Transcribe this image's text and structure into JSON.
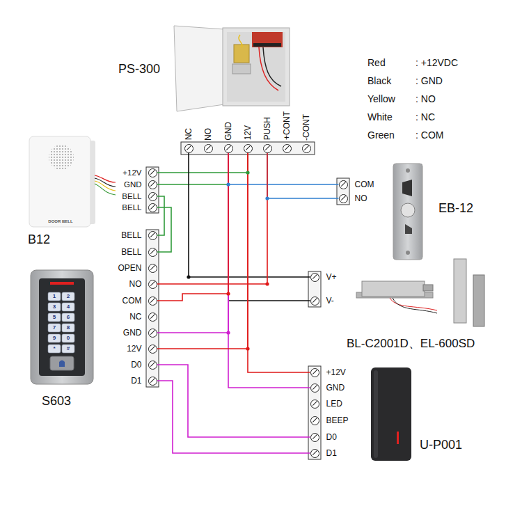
{
  "diagram": {
    "nodes": [
      {
        "text": [
          "NC"
        ]
      },
      {
        "text": [
          "NO"
        ]
      },
      {
        "text": [
          "GND"
        ]
      },
      {
        "text": [
          "12V"
        ]
      },
      {
        "text": [
          "PUSH"
        ]
      },
      {
        "text": [
          "+CONT"
        ]
      },
      {
        "text": [
          "-CONT"
        ]
      },
      {
        "text": [
          "+12V"
        ]
      },
      {
        "text": [
          "GND"
        ]
      },
      {
        "text": [
          "BELL"
        ]
      },
      {
        "text": [
          "BELL"
        ]
      },
      {
        "text": [
          "COM"
        ]
      },
      {
        "text": [
          "NO"
        ]
      },
      {
        "text": [
          "BELL"
        ]
      },
      {
        "text": [
          "BELL"
        ]
      },
      {
        "text": [
          "OPEN"
        ]
      },
      {
        "text": [
          "NO"
        ]
      },
      {
        "text": [
          "COM"
        ]
      },
      {
        "text": [
          "NC"
        ]
      },
      {
        "text": [
          "GND"
        ]
      },
      {
        "text": [
          "12V"
        ]
      },
      {
        "text": [
          "D0"
        ]
      },
      {
        "text": [
          "D1"
        ]
      },
      {
        "text": [
          "V+"
        ]
      },
      {
        "text": [
          "V-"
        ]
      },
      {
        "text": [
          "+12V"
        ]
      },
      {
        "text": [
          "GND"
        ]
      },
      {
        "text": [
          "LED"
        ]
      },
      {
        "text": [
          "BEEP"
        ]
      },
      {
        "text": [
          "D0"
        ]
      },
      {
        "text": [
          "D1"
        ]
      }
    ],
    "edges": [
      {
        "from": 7,
        "to": 3,
        "arrow": "none"
      },
      {
        "from": 8,
        "to": 2,
        "arrow": "none"
      },
      {
        "from": 9,
        "to": 13,
        "arrow": "none"
      },
      {
        "from": 10,
        "to": 14,
        "arrow": "none"
      },
      {
        "from": 11,
        "to": 2,
        "arrow": "none"
      },
      {
        "from": 12,
        "to": 4,
        "arrow": "none"
      },
      {
        "from": 23,
        "to": 0,
        "arrow": "none"
      },
      {
        "from": 24,
        "to": 2,
        "arrow": "none"
      },
      {
        "from": 26,
        "to": 2,
        "arrow": "none"
      },
      {
        "from": 19,
        "to": 2,
        "arrow": "none"
      },
      {
        "from": 21,
        "to": 29,
        "arrow": "none"
      },
      {
        "from": 22,
        "to": 30,
        "arrow": "none"
      },
      {
        "from": 16,
        "to": 4,
        "arrow": "none"
      },
      {
        "from": 17,
        "to": 2,
        "arrow": "none"
      },
      {
        "from": 20,
        "to": 3,
        "arrow": "none"
      },
      {
        "from": 25,
        "to": 3,
        "arrow": "none"
      }
    ],
    "labels": [
      "PS-300",
      "Red",
      ": +12VDC",
      "Black",
      ": GND",
      "Yellow",
      ": NO",
      "White",
      ": NC",
      "Green",
      ": COM",
      "B12",
      "DOOR BELL",
      "EB-12",
      "BL-C2001D、EL-600SD",
      "S603",
      "1",
      "2",
      "3",
      "4",
      "5",
      "6",
      "7",
      "8",
      "9",
      "0",
      "*",
      "#",
      "U-P001"
    ]
  }
}
